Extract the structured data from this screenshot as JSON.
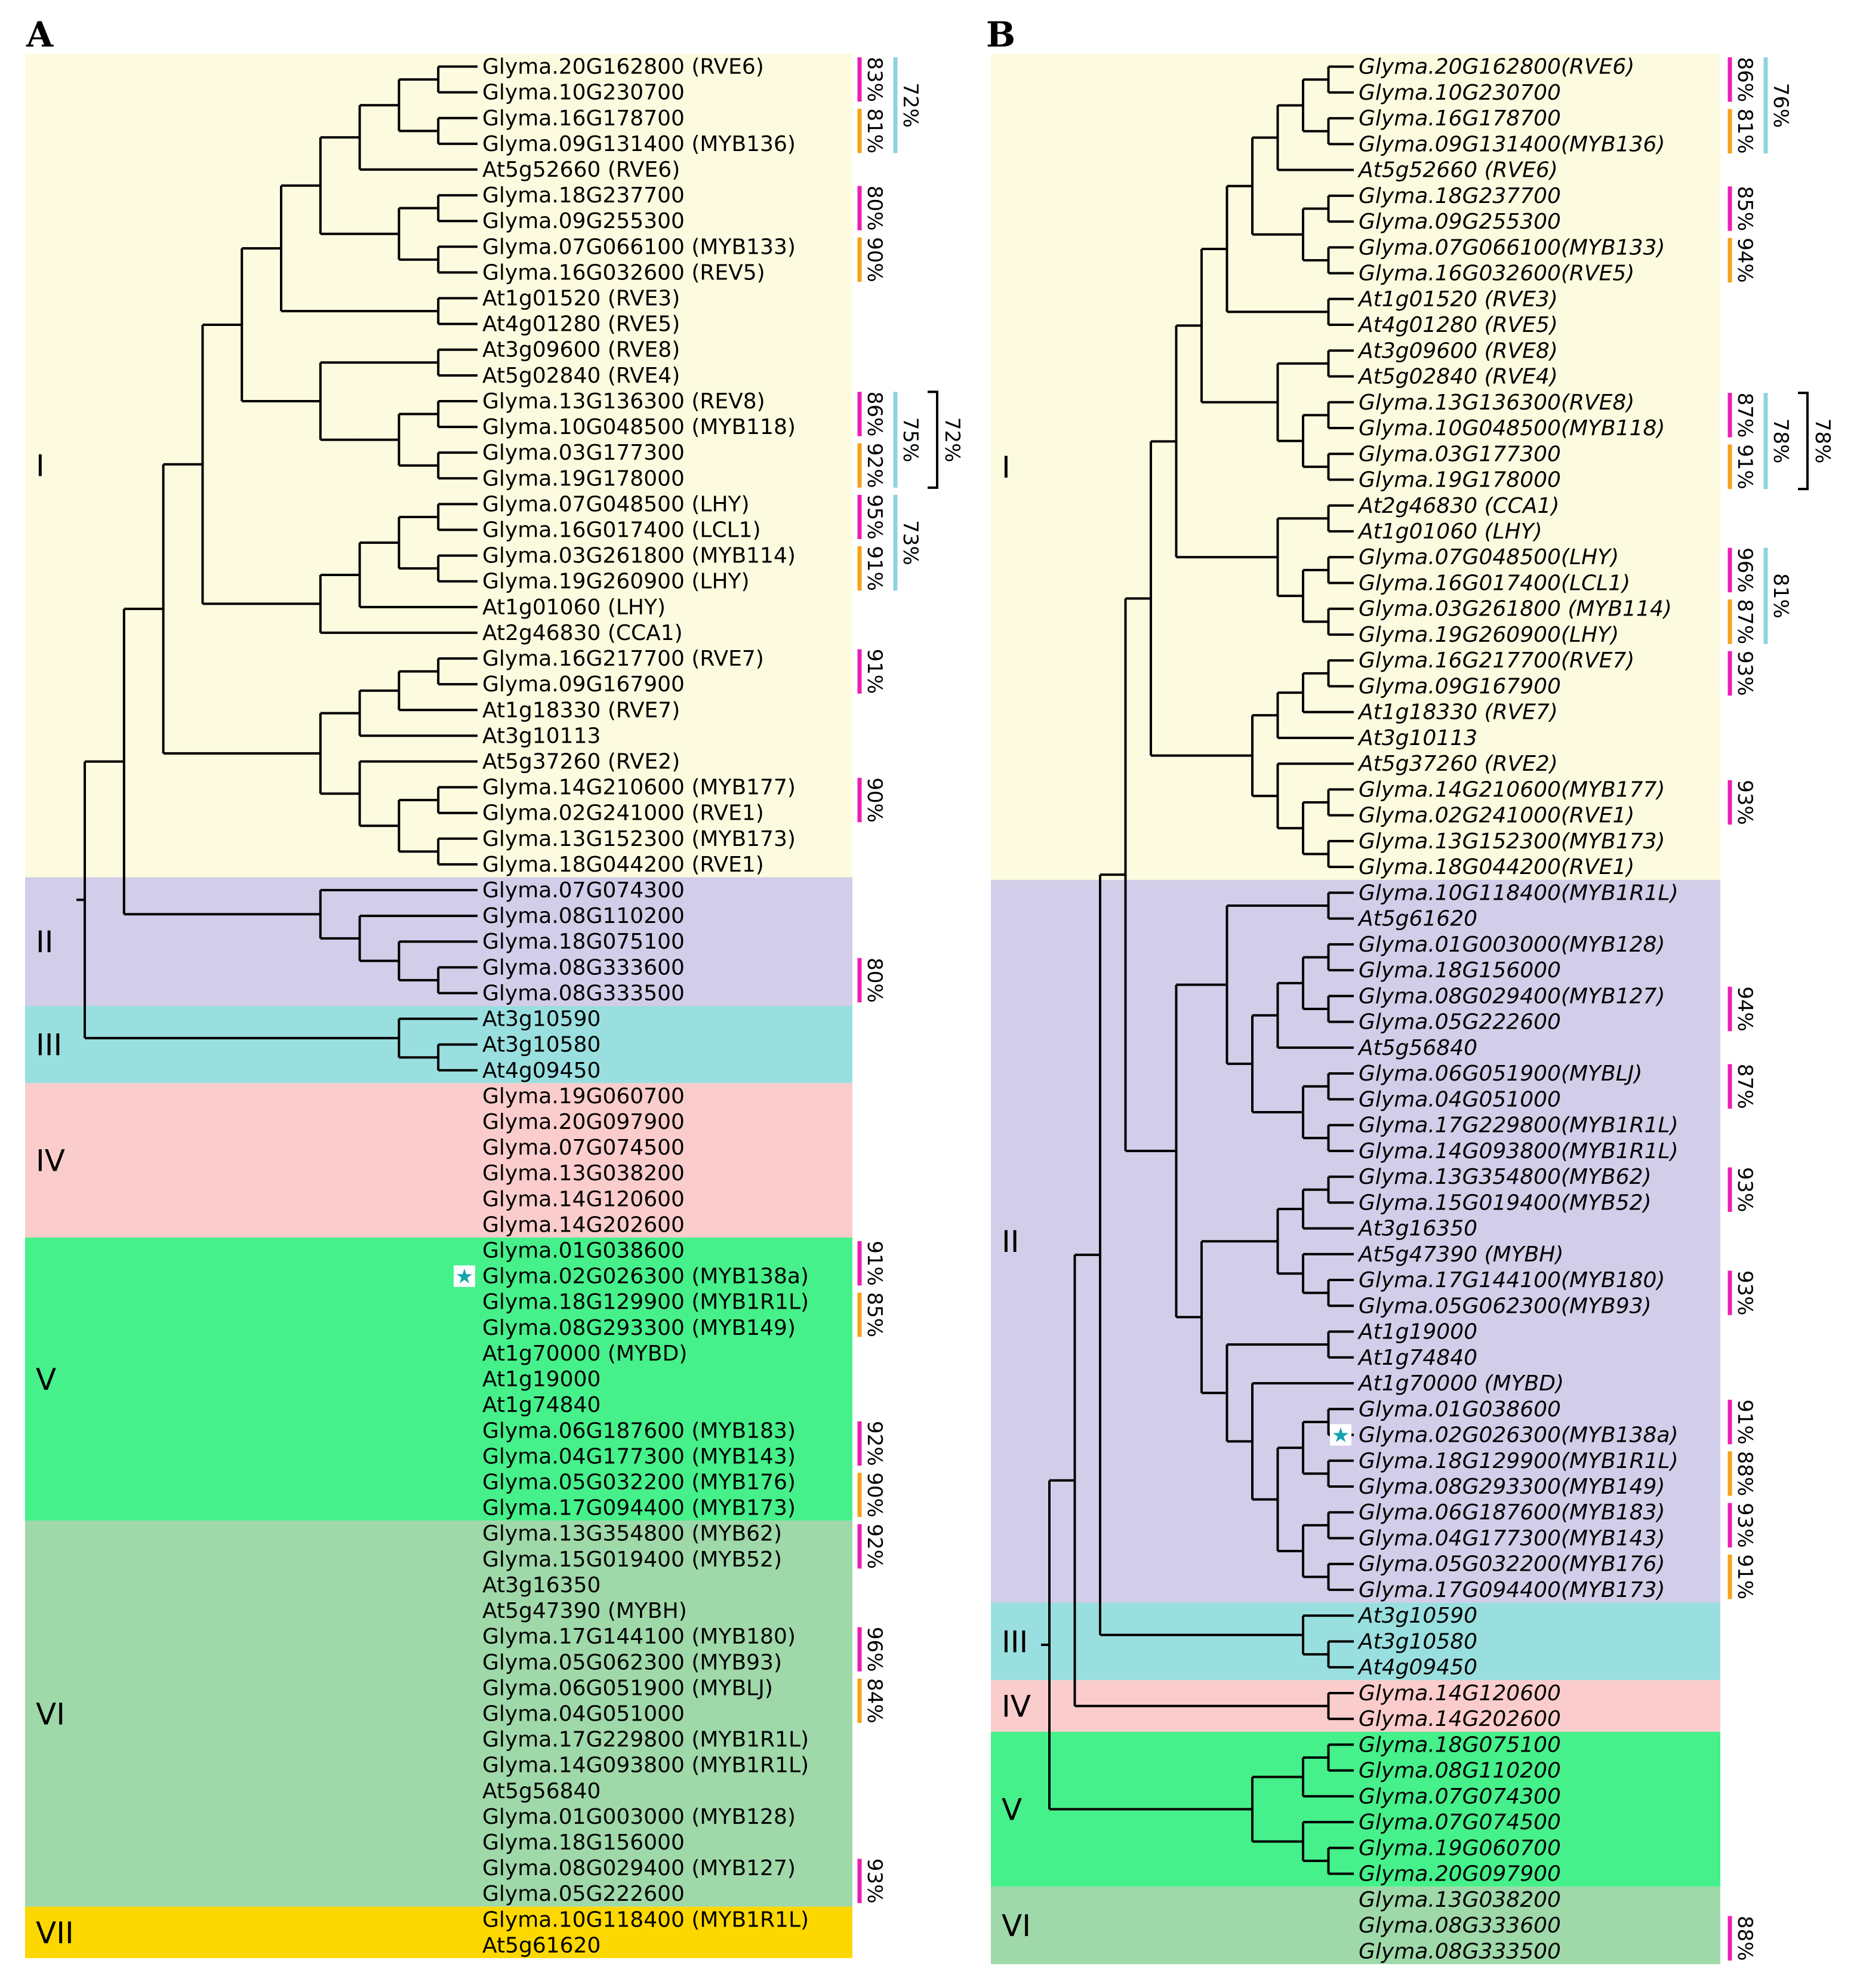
{
  "colors": {
    "I": "#fdfbdf",
    "II": "#d2cde8",
    "III": "#9adfe0",
    "IV": "#fbcccc",
    "V": "#46f08a",
    "VI": "#9fd8a9",
    "VII": "#fdd800",
    "bar_magenta": "#ec1fb4",
    "bar_orange": "#f5a31b",
    "bar_cyan": "#8dd3e0",
    "star": "#13a5ad",
    "branch": "#000000"
  },
  "icons": {
    "star": "star-icon"
  },
  "panelA": {
    "letter": "A",
    "leaves": [
      "Glyma.20G162800 (RVE6)",
      "Glyma.10G230700",
      "Glyma.16G178700",
      "Glyma.09G131400 (MYB136)",
      "At5g52660 (RVE6)",
      "Glyma.18G237700",
      "Glyma.09G255300",
      "Glyma.07G066100 (MYB133)",
      "Glyma.16G032600 (REV5)",
      "At1g01520 (RVE3)",
      "At4g01280 (RVE5)",
      "At3g09600 (RVE8)",
      "At5g02840 (RVE4)",
      "Glyma.13G136300 (REV8)",
      "Glyma.10G048500 (MYB118)",
      "Glyma.03G177300",
      "Glyma.19G178000",
      "Glyma.07G048500 (LHY)",
      "Glyma.16G017400 (LCL1)",
      "Glyma.03G261800 (MYB114)",
      "Glyma.19G260900 (LHY)",
      "At1g01060 (LHY)",
      "At2g46830 (CCA1)",
      "Glyma.16G217700 (RVE7)",
      "Glyma.09G167900",
      "At1g18330 (RVE7)",
      "At3g10113",
      "At5g37260 (RVE2)",
      "Glyma.14G210600 (MYB177)",
      "Glyma.02G241000 (RVE1)",
      "Glyma.13G152300 (MYB173)",
      "Glyma.18G044200 (RVE1)",
      "Glyma.07G074300",
      "Glyma.08G110200",
      "Glyma.18G075100",
      "Glyma.08G333600",
      "Glyma.08G333500",
      "At3g10590",
      "At3g10580",
      "At4g09450",
      "Glyma.19G060700",
      "Glyma.20G097900",
      "Glyma.07G074500",
      "Glyma.13G038200",
      "Glyma.14G120600",
      "Glyma.14G202600",
      "Glyma.01G038600",
      "Glyma.02G026300 (MYB138a)",
      "Glyma.18G129900 (MYB1R1L)",
      "Glyma.08G293300 (MYB149)",
      "At1g70000 (MYBD)",
      "At1g19000",
      "At1g74840",
      "Glyma.06G187600 (MYB183)",
      "Glyma.04G177300 (MYB143)",
      "Glyma.05G032200 (MYB176)",
      "Glyma.17G094400 (MYB173)",
      "Glyma.13G354800 (MYB62)",
      "Glyma.15G019400 (MYB52)",
      "At3g16350",
      "At5g47390 (MYBH)",
      "Glyma.17G144100 (MYB180)",
      "Glyma.05G062300 (MYB93)",
      "Glyma.06G051900 (MYBLJ)",
      "Glyma.04G051000",
      "Glyma.17G229800 (MYB1R1L)",
      "Glyma.14G093800 (MYB1R1L)",
      "At5g56840",
      "Glyma.01G003000 (MYB128)",
      "Glyma.18G156000",
      "Glyma.08G029400 (MYB127)",
      "Glyma.05G222600",
      "Glyma.10G118400 (MYB1R1L)",
      "At5g61620"
    ],
    "clades": [
      {
        "label": "I",
        "first": 0,
        "last": 31,
        "color_key": "I"
      },
      {
        "label": "II",
        "first": 32,
        "last": 36,
        "color_key": "II"
      },
      {
        "label": "III",
        "first": 37,
        "last": 39,
        "color_key": "III"
      },
      {
        "label": "IV",
        "first": 40,
        "last": 45,
        "color_key": "IV"
      },
      {
        "label": "V",
        "first": 46,
        "last": 56,
        "color_key": "V"
      },
      {
        "label": "VI",
        "first": 57,
        "last": 71,
        "color_key": "VI"
      },
      {
        "label": "VII",
        "first": 72,
        "last": 73,
        "color_key": "VII"
      }
    ],
    "identity": [
      {
        "pct": "83%",
        "first": 0,
        "last": 1,
        "color": "magenta"
      },
      {
        "pct": "81%",
        "first": 2,
        "last": 3,
        "color": "orange"
      },
      {
        "pct": "72%",
        "first": 0,
        "last": 3,
        "color": "cyan"
      },
      {
        "pct": "80%",
        "first": 5,
        "last": 6,
        "color": "magenta"
      },
      {
        "pct": "90%",
        "first": 7,
        "last": 8,
        "color": "orange"
      },
      {
        "pct": "86%",
        "first": 13,
        "last": 14,
        "color": "magenta"
      },
      {
        "pct": "92%",
        "first": 15,
        "last": 16,
        "color": "orange"
      },
      {
        "pct": "75%",
        "first": 13,
        "last": 16,
        "color": "cyan"
      },
      {
        "pct": "72%",
        "first": 13,
        "last": 16,
        "color": "bracket"
      },
      {
        "pct": "95%",
        "first": 17,
        "last": 18,
        "color": "magenta"
      },
      {
        "pct": "91%",
        "first": 19,
        "last": 20,
        "color": "orange"
      },
      {
        "pct": "73%",
        "first": 17,
        "last": 20,
        "color": "cyan"
      },
      {
        "pct": "91%",
        "first": 23,
        "last": 24,
        "color": "magenta"
      },
      {
        "pct": "90%",
        "first": 28,
        "last": 29,
        "color": "magenta"
      },
      {
        "pct": "80%",
        "first": 35,
        "last": 36,
        "color": "magenta"
      },
      {
        "pct": "91%",
        "first": 46,
        "last": 47,
        "color": "magenta"
      },
      {
        "pct": "85%",
        "first": 48,
        "last": 49,
        "color": "orange"
      },
      {
        "pct": "92%",
        "first": 53,
        "last": 54,
        "color": "magenta"
      },
      {
        "pct": "90%",
        "first": 55,
        "last": 56,
        "color": "orange"
      },
      {
        "pct": "92%",
        "first": 57,
        "last": 58,
        "color": "magenta"
      },
      {
        "pct": "96%",
        "first": 61,
        "last": 62,
        "color": "magenta"
      },
      {
        "pct": "84%",
        "first": 63,
        "last": 64,
        "color": "orange"
      },
      {
        "pct": "93%",
        "first": 70,
        "last": 71,
        "color": "magenta"
      }
    ],
    "star_leaf": 47
  },
  "panelB": {
    "letter": "B",
    "leaves": [
      "Glyma.20G162800(RVE6)",
      "Glyma.10G230700",
      "Glyma.16G178700",
      "Glyma.09G131400(MYB136)",
      "At5g52660 (RVE6)",
      "Glyma.18G237700",
      "Glyma.09G255300",
      "Glyma.07G066100(MYB133)",
      "Glyma.16G032600(RVE5)",
      "At1g01520 (RVE3)",
      "At4g01280 (RVE5)",
      "At3g09600 (RVE8)",
      "At5g02840 (RVE4)",
      "Glyma.13G136300(RVE8)",
      "Glyma.10G048500(MYB118)",
      "Glyma.03G177300",
      "Glyma.19G178000",
      "At2g46830 (CCA1)",
      "At1g01060 (LHY)",
      "Glyma.07G048500(LHY)",
      "Glyma.16G017400(LCL1)",
      "Glyma.03G261800 (MYB114)",
      "Glyma.19G260900(LHY)",
      "Glyma.16G217700(RVE7)",
      "Glyma.09G167900",
      "At1g18330 (RVE7)",
      "At3g10113",
      "At5g37260 (RVE2)",
      "Glyma.14G210600(MYB177)",
      "Glyma.02G241000(RVE1)",
      "Glyma.13G152300(MYB173)",
      "Glyma.18G044200(RVE1)",
      "Glyma.10G118400(MYB1R1L)",
      "At5g61620",
      "Glyma.01G003000(MYB128)",
      "Glyma.18G156000",
      "Glyma.08G029400(MYB127)",
      "Glyma.05G222600",
      "At5g56840",
      "Glyma.06G051900(MYBLJ)",
      "Glyma.04G051000",
      "Glyma.17G229800(MYB1R1L)",
      "Glyma.14G093800(MYB1R1L)",
      "Glyma.13G354800(MYB62)",
      "Glyma.15G019400(MYB52)",
      "At3g16350",
      "At5g47390 (MYBH)",
      "Glyma.17G144100(MYB180)",
      "Glyma.05G062300(MYB93)",
      "At1g19000",
      "At1g74840",
      "At1g70000 (MYBD)",
      "Glyma.01G038600",
      "Glyma.02G026300(MYB138a)",
      "Glyma.18G129900(MYB1R1L)",
      "Glyma.08G293300(MYB149)",
      "Glyma.06G187600(MYB183)",
      "Glyma.04G177300(MYB143)",
      "Glyma.05G032200(MYB176)",
      "Glyma.17G094400(MYB173)",
      "At3g10590",
      "At3g10580",
      "At4g09450",
      "Glyma.14G120600",
      "Glyma.14G202600",
      "Glyma.18G075100",
      "Glyma.08G110200",
      "Glyma.07G074300",
      "Glyma.07G074500",
      "Glyma.19G060700",
      "Glyma.20G097900",
      "Glyma.13G038200",
      "Glyma.08G333600",
      "Glyma.08G333500"
    ],
    "clades": [
      {
        "label": "I",
        "first": 0,
        "last": 31,
        "color_key": "I"
      },
      {
        "label": "II",
        "first": 32,
        "last": 59,
        "color_key": "II"
      },
      {
        "label": "III",
        "first": 60,
        "last": 62,
        "color_key": "III"
      },
      {
        "label": "IV",
        "first": 63,
        "last": 64,
        "color_key": "IV"
      },
      {
        "label": "V",
        "first": 65,
        "last": 70,
        "color_key": "V"
      },
      {
        "label": "VI",
        "first": 71,
        "last": 73,
        "color_key": "VI"
      }
    ],
    "identity": [
      {
        "pct": "86%",
        "first": 0,
        "last": 1,
        "color": "magenta"
      },
      {
        "pct": "81%",
        "first": 2,
        "last": 3,
        "color": "orange"
      },
      {
        "pct": "76%",
        "first": 0,
        "last": 3,
        "color": "cyan"
      },
      {
        "pct": "85%",
        "first": 5,
        "last": 6,
        "color": "magenta"
      },
      {
        "pct": "94%",
        "first": 7,
        "last": 8,
        "color": "orange"
      },
      {
        "pct": "87%",
        "first": 13,
        "last": 14,
        "color": "magenta"
      },
      {
        "pct": "91%",
        "first": 15,
        "last": 16,
        "color": "orange"
      },
      {
        "pct": "78%",
        "first": 13,
        "last": 16,
        "color": "cyan"
      },
      {
        "pct": "78%",
        "first": 13,
        "last": 16,
        "color": "bracket"
      },
      {
        "pct": "96%",
        "first": 19,
        "last": 20,
        "color": "magenta"
      },
      {
        "pct": "87%",
        "first": 21,
        "last": 22,
        "color": "orange"
      },
      {
        "pct": "81%",
        "first": 19,
        "last": 22,
        "color": "cyan"
      },
      {
        "pct": "93%",
        "first": 23,
        "last": 24,
        "color": "magenta"
      },
      {
        "pct": "93%",
        "first": 28,
        "last": 29,
        "color": "magenta"
      },
      {
        "pct": "94%",
        "first": 36,
        "last": 37,
        "color": "magenta"
      },
      {
        "pct": "87%",
        "first": 39,
        "last": 40,
        "color": "magenta"
      },
      {
        "pct": "93%",
        "first": 43,
        "last": 44,
        "color": "magenta"
      },
      {
        "pct": "93%",
        "first": 47,
        "last": 48,
        "color": "magenta"
      },
      {
        "pct": "91%",
        "first": 52,
        "last": 53,
        "color": "magenta"
      },
      {
        "pct": "88%",
        "first": 54,
        "last": 55,
        "color": "orange"
      },
      {
        "pct": "93%",
        "first": 56,
        "last": 57,
        "color": "magenta"
      },
      {
        "pct": "91%",
        "first": 58,
        "last": 59,
        "color": "orange"
      },
      {
        "pct": "88%",
        "first": 72,
        "last": 73,
        "color": "magenta"
      }
    ],
    "star_leaf": 53
  }
}
